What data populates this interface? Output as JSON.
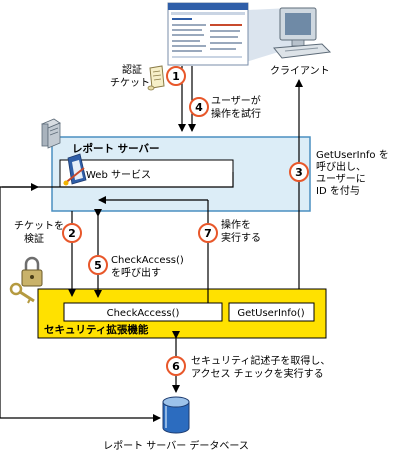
{
  "colors": {
    "server_box_fill": "#dcedf7",
    "server_box_stroke": "#4a8fc0",
    "security_box_fill": "#ffe100",
    "step_circle_stroke": "#e8572a",
    "beam": "#dbe4ee"
  },
  "icons": [
    "web-browser-window-icon",
    "ticket-scroll-icon",
    "client-computer-icon",
    "server-icon",
    "web-service-icon",
    "lock-and-key-icon",
    "database-cylinder-icon"
  ],
  "client": {
    "label": "クライアント"
  },
  "ticket": {
    "line1": "認証",
    "line2": "チケット"
  },
  "report_server": {
    "title": "レポート サーバー",
    "web_service": "Web サービス"
  },
  "security_extension": {
    "title": "セキュリティ拡張機能",
    "check_access": "CheckAccess()",
    "get_user_info": "GetUserInfo()"
  },
  "database": {
    "label": "レポート サーバー データベース"
  },
  "steps": [
    {
      "number": "1",
      "lines": []
    },
    {
      "number": "2",
      "lines": [
        "チケットを",
        "検証"
      ]
    },
    {
      "number": "3",
      "lines": [
        "GetUserInfo を",
        "呼び出し、",
        "ユーザーに",
        "ID を付与"
      ]
    },
    {
      "number": "4",
      "lines": [
        "ユーザーが",
        "操作を試行"
      ]
    },
    {
      "number": "5",
      "lines": [
        "CheckAccess()",
        "を呼び出す"
      ]
    },
    {
      "number": "6",
      "lines": [
        "セキュリティ記述子を取得し、",
        "アクセス チェックを実行する"
      ]
    },
    {
      "number": "7",
      "lines": [
        "操作を",
        "実行する"
      ]
    }
  ]
}
